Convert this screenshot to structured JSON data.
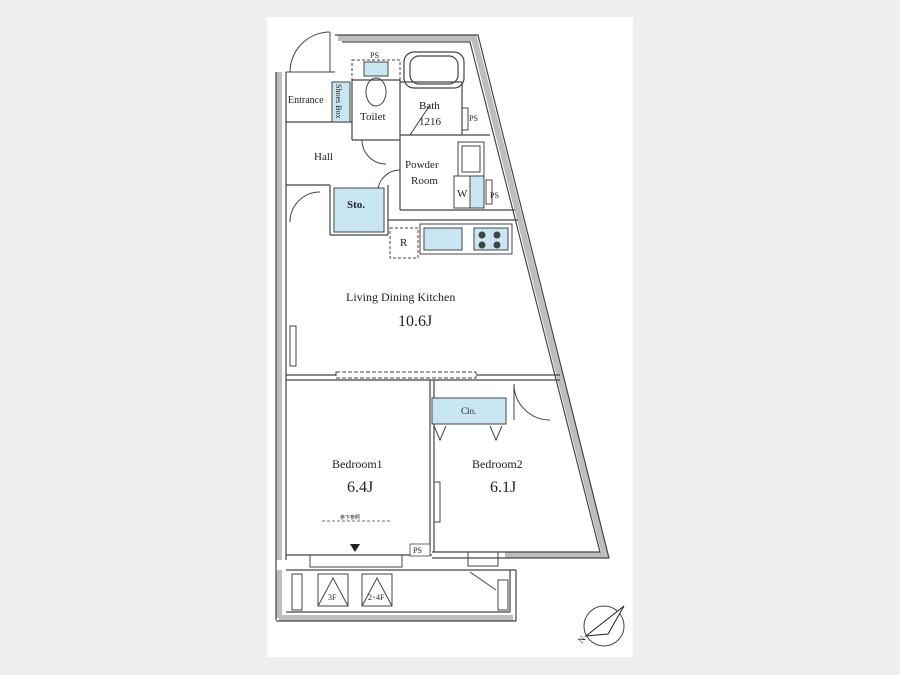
{
  "rooms": {
    "entrance": "Entrance",
    "shoes_box": "Shoes Box",
    "toilet": "Toilet",
    "bath": "Bath",
    "bath_size": "1216",
    "hall": "Hall",
    "powder_room_line1": "Powder",
    "powder_room_line2": "Room",
    "washer": "W",
    "storage": "Sto.",
    "refrigerator": "R",
    "ldk": "Living Dining Kitchen",
    "ldk_size": "10.6J",
    "closet": "Clo.",
    "bedroom1": "Bedroom1",
    "bedroom1_size": "6.4J",
    "bedroom2": "Bedroom2",
    "bedroom2_size": "6.1J",
    "ps": "PS",
    "unit_3f": "3F",
    "unit_24f": "2･4F",
    "tiny_note": "参下参照"
  },
  "compass": {
    "north": "N"
  },
  "colors": {
    "fixture_blue": "#c9e7f3",
    "wall": "#c8c8c8",
    "line": "#333333"
  }
}
